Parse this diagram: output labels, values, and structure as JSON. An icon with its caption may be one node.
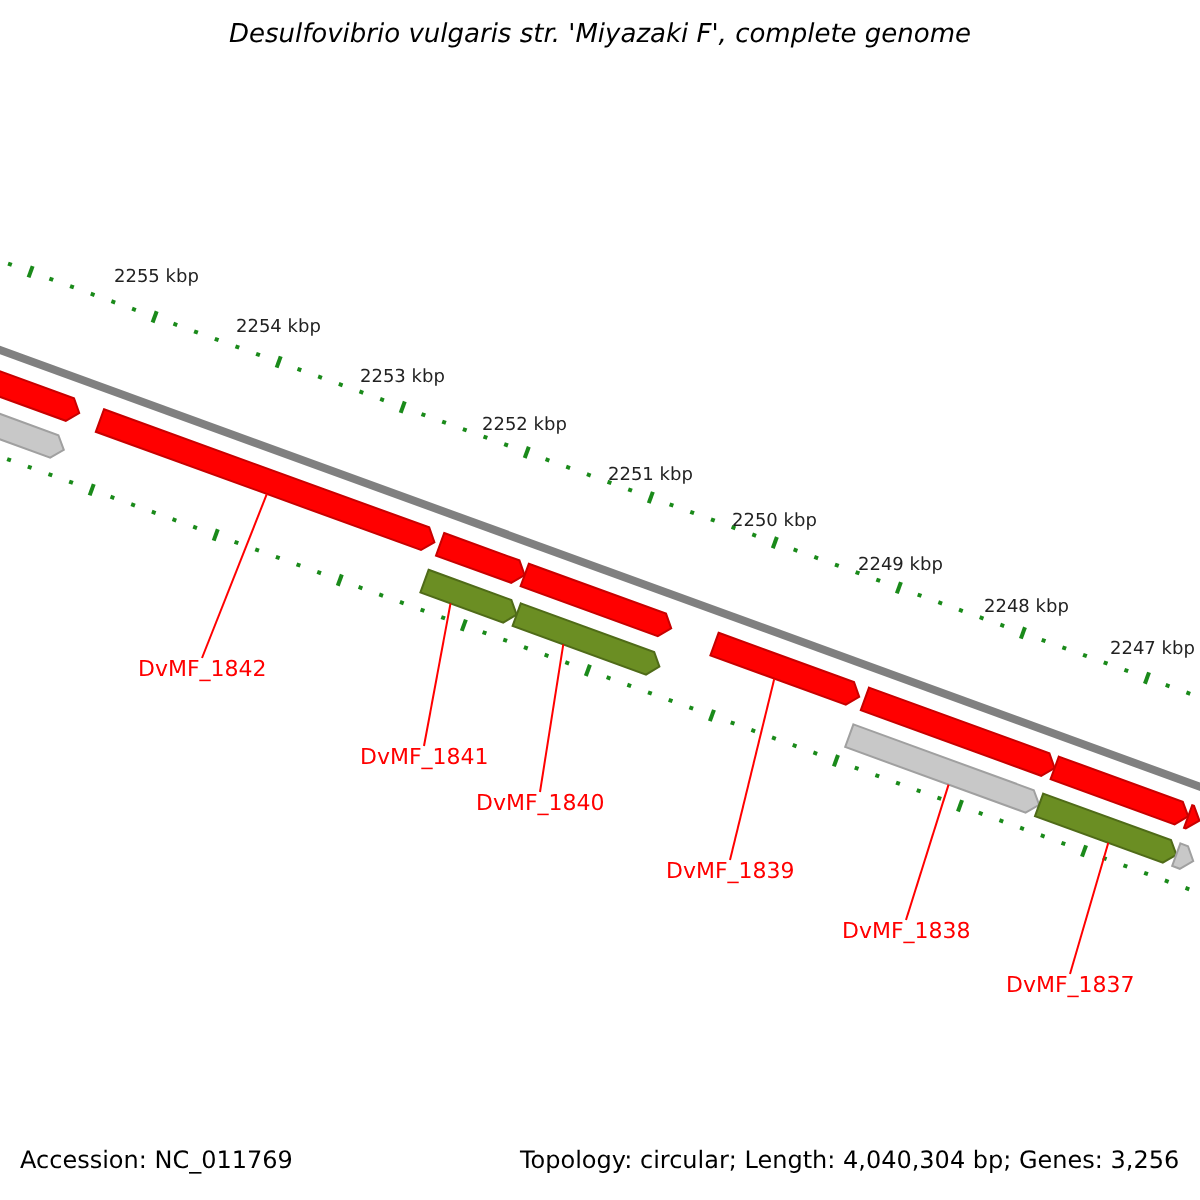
{
  "diagram": {
    "title": "Desulfovibrio vulgaris str. 'Miyazaki F', complete genome",
    "nodes": [
      {
        "text": [
          "DvMF_1842"
        ]
      },
      {
        "text": [
          "DvMF_1841"
        ]
      },
      {
        "text": [
          "DvMF_1840"
        ]
      },
      {
        "text": [
          "DvMF_1839"
        ]
      },
      {
        "text": [
          "DvMF_1838"
        ]
      },
      {
        "text": [
          "DvMF_1837"
        ]
      },
      {
        "text": [],
        "shape": "bar"
      },
      {
        "text": [],
        "shape": "bar"
      },
      {
        "text": [],
        "shape": "bar"
      },
      {
        "text": [],
        "shape": "bar"
      },
      {
        "text": [],
        "shape": "bar"
      },
      {
        "text": [],
        "shape": "bar"
      },
      {
        "text": [],
        "shape": "bar"
      },
      {
        "text": [],
        "shape": "bar"
      },
      {
        "text": [],
        "shape": "bar"
      },
      {
        "text": [],
        "shape": "bar"
      },
      {
        "text": [],
        "shape": "bar"
      },
      {
        "text": [],
        "shape": "bar"
      },
      {
        "text": [],
        "shape": "bar"
      },
      {
        "text": [],
        "shape": "bar"
      }
    ],
    "edges": [
      {
        "from": 0,
        "to": 8,
        "arrow": "none"
      },
      {
        "from": 1,
        "to": 9,
        "arrow": "none"
      },
      {
        "from": 2,
        "to": 12,
        "arrow": "none"
      },
      {
        "from": 3,
        "to": 13,
        "arrow": "none"
      },
      {
        "from": 4,
        "to": 14,
        "arrow": "none"
      },
      {
        "from": 5,
        "to": 16,
        "arrow": "none"
      }
    ],
    "labels": [
      "2255 kbp",
      "2254 kbp",
      "2253 kbp",
      "2252 kbp",
      "2251 kbp",
      "2250 kbp",
      "2249 kbp",
      "2248 kbp",
      "2247 kbp",
      "Accession: NC_011769",
      "Topology: circular; Length: 4,040,304 bp; Genes: 3,256"
    ]
  }
}
